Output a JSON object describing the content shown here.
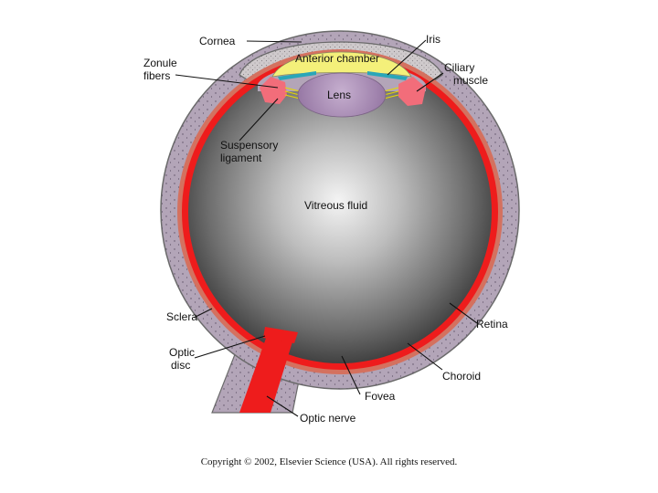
{
  "labels": {
    "cornea": "Cornea",
    "iris": "Iris",
    "zonule_fibers": [
      "Zonule",
      "fibers"
    ],
    "anterior_chamber": "Anterior chamber",
    "ciliary_muscle": [
      "Ciliary",
      "muscle"
    ],
    "lens": "Lens",
    "suspensory_ligament": [
      "Suspensory",
      "ligament"
    ],
    "vitreous_fluid": "Vitreous fluid",
    "sclera": "Sclera",
    "retina": "Retina",
    "optic_disc": [
      "Optic",
      "disc"
    ],
    "choroid": "Choroid",
    "fovea": "Fovea",
    "optic_nerve": "Optic nerve"
  },
  "copyright": "Copyright © 2002, Elsevier Science (USA). All rights reserved.",
  "colors": {
    "sclera": "#b3a5b8",
    "choroid": "#d4715f",
    "retina": "#ee1c1c",
    "vitreous_center": "#f2f2f2",
    "vitreous_edge": "#3a3a3a",
    "anterior_chamber": "#f4f07a",
    "lens": "#a98bb3",
    "ciliary": "#f26d7a",
    "iris": "#2aa6b8",
    "cornea": "#c9c4c6",
    "optic_nerve": "#ee1c1c"
  }
}
